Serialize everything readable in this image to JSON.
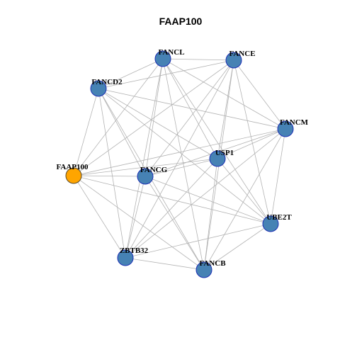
{
  "title": "FAAP100",
  "colors": {
    "default_node_fill": "#4682b4",
    "default_node_stroke": "#1c2fb3",
    "query_node_fill": "#ffa500",
    "query_node_stroke": "#5a4a2a",
    "edge": "#b3b3b3"
  },
  "nodes": [
    {
      "id": "FANCL",
      "label": "FANCL",
      "query": false
    },
    {
      "id": "FANCE",
      "label": "FANCE",
      "query": false
    },
    {
      "id": "FANCD2",
      "label": "FANCD2",
      "query": false
    },
    {
      "id": "FANCM",
      "label": "FANCM",
      "query": false
    },
    {
      "id": "USP1",
      "label": "USP1",
      "query": false
    },
    {
      "id": "FAAP100",
      "label": "FAAP100",
      "query": true
    },
    {
      "id": "FANCG",
      "label": "FANCG",
      "query": false
    },
    {
      "id": "UBE2T",
      "label": "UBE2T",
      "query": false
    },
    {
      "id": "ZBTB32",
      "label": "ZBTB32",
      "query": false
    },
    {
      "id": "FANCB",
      "label": "FANCB",
      "query": false
    }
  ],
  "edges": [
    [
      "FANCL",
      "FANCE"
    ],
    [
      "FANCL",
      "FANCD2"
    ],
    [
      "FANCL",
      "FANCM"
    ],
    [
      "FANCL",
      "USP1"
    ],
    [
      "FANCL",
      "FAAP100"
    ],
    [
      "FANCL",
      "FANCG"
    ],
    [
      "FANCL",
      "UBE2T"
    ],
    [
      "FANCL",
      "ZBTB32"
    ],
    [
      "FANCL",
      "FANCB"
    ],
    [
      "FANCE",
      "FANCD2"
    ],
    [
      "FANCE",
      "FANCM"
    ],
    [
      "FANCE",
      "USP1"
    ],
    [
      "FANCE",
      "FAAP100"
    ],
    [
      "FANCE",
      "FANCG"
    ],
    [
      "FANCE",
      "UBE2T"
    ],
    [
      "FANCE",
      "ZBTB32"
    ],
    [
      "FANCE",
      "FANCB"
    ],
    [
      "FANCD2",
      "FANCM"
    ],
    [
      "FANCD2",
      "USP1"
    ],
    [
      "FANCD2",
      "FAAP100"
    ],
    [
      "FANCD2",
      "FANCG"
    ],
    [
      "FANCD2",
      "UBE2T"
    ],
    [
      "FANCD2",
      "ZBTB32"
    ],
    [
      "FANCD2",
      "FANCB"
    ],
    [
      "FANCM",
      "USP1"
    ],
    [
      "FANCM",
      "FAAP100"
    ],
    [
      "FANCM",
      "FANCG"
    ],
    [
      "FANCM",
      "UBE2T"
    ],
    [
      "FANCM",
      "ZBTB32"
    ],
    [
      "FANCM",
      "FANCB"
    ],
    [
      "USP1",
      "FAAP100"
    ],
    [
      "USP1",
      "FANCG"
    ],
    [
      "USP1",
      "UBE2T"
    ],
    [
      "USP1",
      "ZBTB32"
    ],
    [
      "USP1",
      "FANCB"
    ],
    [
      "FAAP100",
      "FANCG"
    ],
    [
      "FAAP100",
      "UBE2T"
    ],
    [
      "FAAP100",
      "ZBTB32"
    ],
    [
      "FAAP100",
      "FANCB"
    ],
    [
      "FANCG",
      "UBE2T"
    ],
    [
      "FANCG",
      "ZBTB32"
    ],
    [
      "FANCG",
      "FANCB"
    ],
    [
      "UBE2T",
      "ZBTB32"
    ],
    [
      "UBE2T",
      "FANCB"
    ],
    [
      "ZBTB32",
      "FANCB"
    ]
  ]
}
